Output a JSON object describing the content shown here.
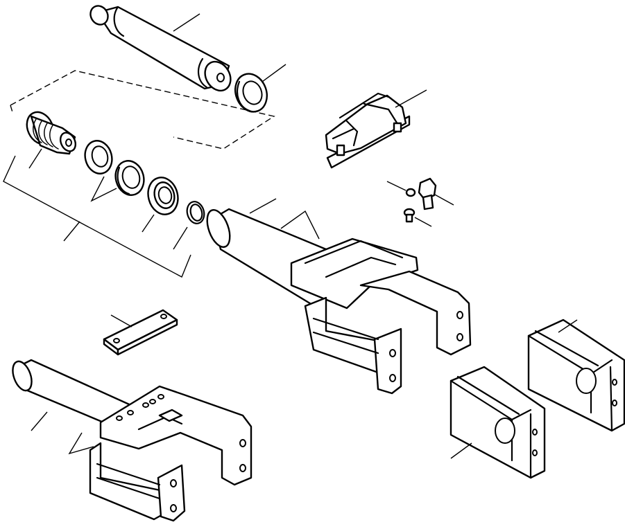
{
  "diagram": {
    "style": "exploded parts illustration, black line art on white",
    "colors": {
      "line": "#000000",
      "background": "#ffffff"
    },
    "parts": [
      "upper-pin",
      "seal-ring",
      "upper-guard-block",
      "bolt-and-washer-set",
      "threaded-bushing",
      "seal-a",
      "seal-b",
      "bearing",
      "snap-ring",
      "link-plate",
      "upper-trunnion-bracket",
      "lower-trunnion-bracket",
      "wear-block-right",
      "wear-block-left"
    ]
  }
}
